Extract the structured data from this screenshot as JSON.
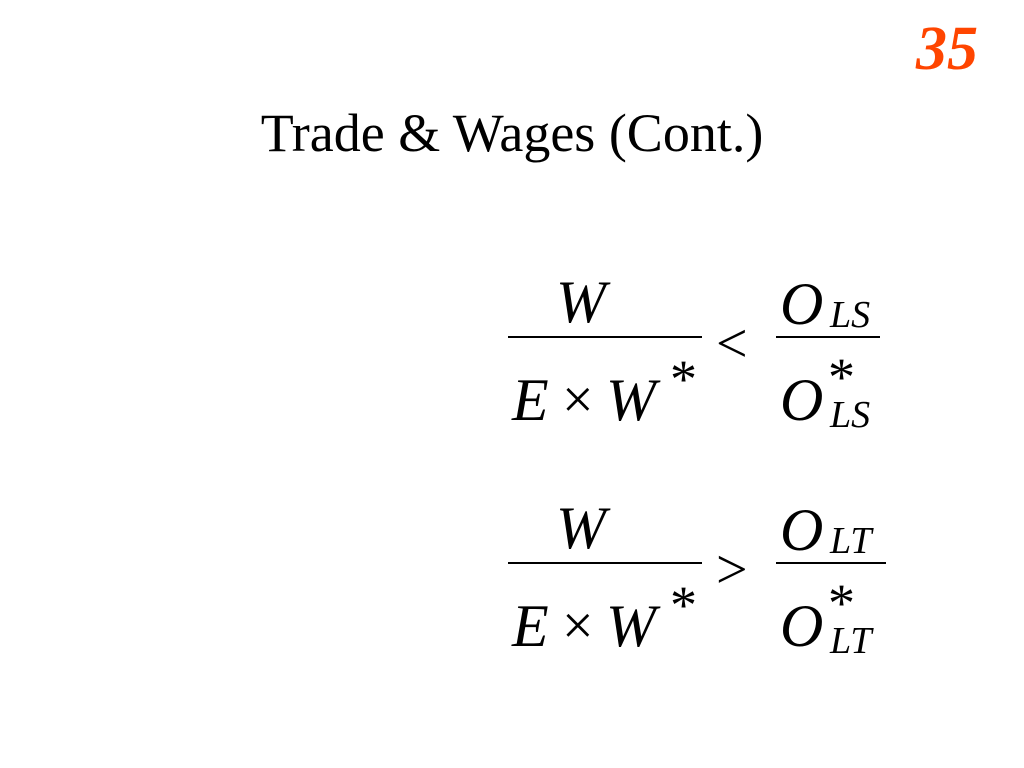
{
  "slide": {
    "number": "35",
    "number_color": "#ff4500",
    "title": "Trade & Wages (Cont.)"
  },
  "equations": [
    {
      "lhs": {
        "numerator": "W",
        "denominator_e": "E",
        "times": "×",
        "denominator_w": "W",
        "star": "*"
      },
      "relation": "<",
      "rhs": {
        "numerator_var": "O",
        "numerator_sub": "LS",
        "star": "*",
        "denominator_var": "O",
        "denominator_sub": "LS"
      }
    },
    {
      "lhs": {
        "numerator": "W",
        "denominator_e": "E",
        "times": "×",
        "denominator_w": "W",
        "star": "*"
      },
      "relation": ">",
      "rhs": {
        "numerator_var": "O",
        "numerator_sub": "LT",
        "star": "*",
        "denominator_var": "O",
        "denominator_sub": "LT"
      }
    }
  ]
}
